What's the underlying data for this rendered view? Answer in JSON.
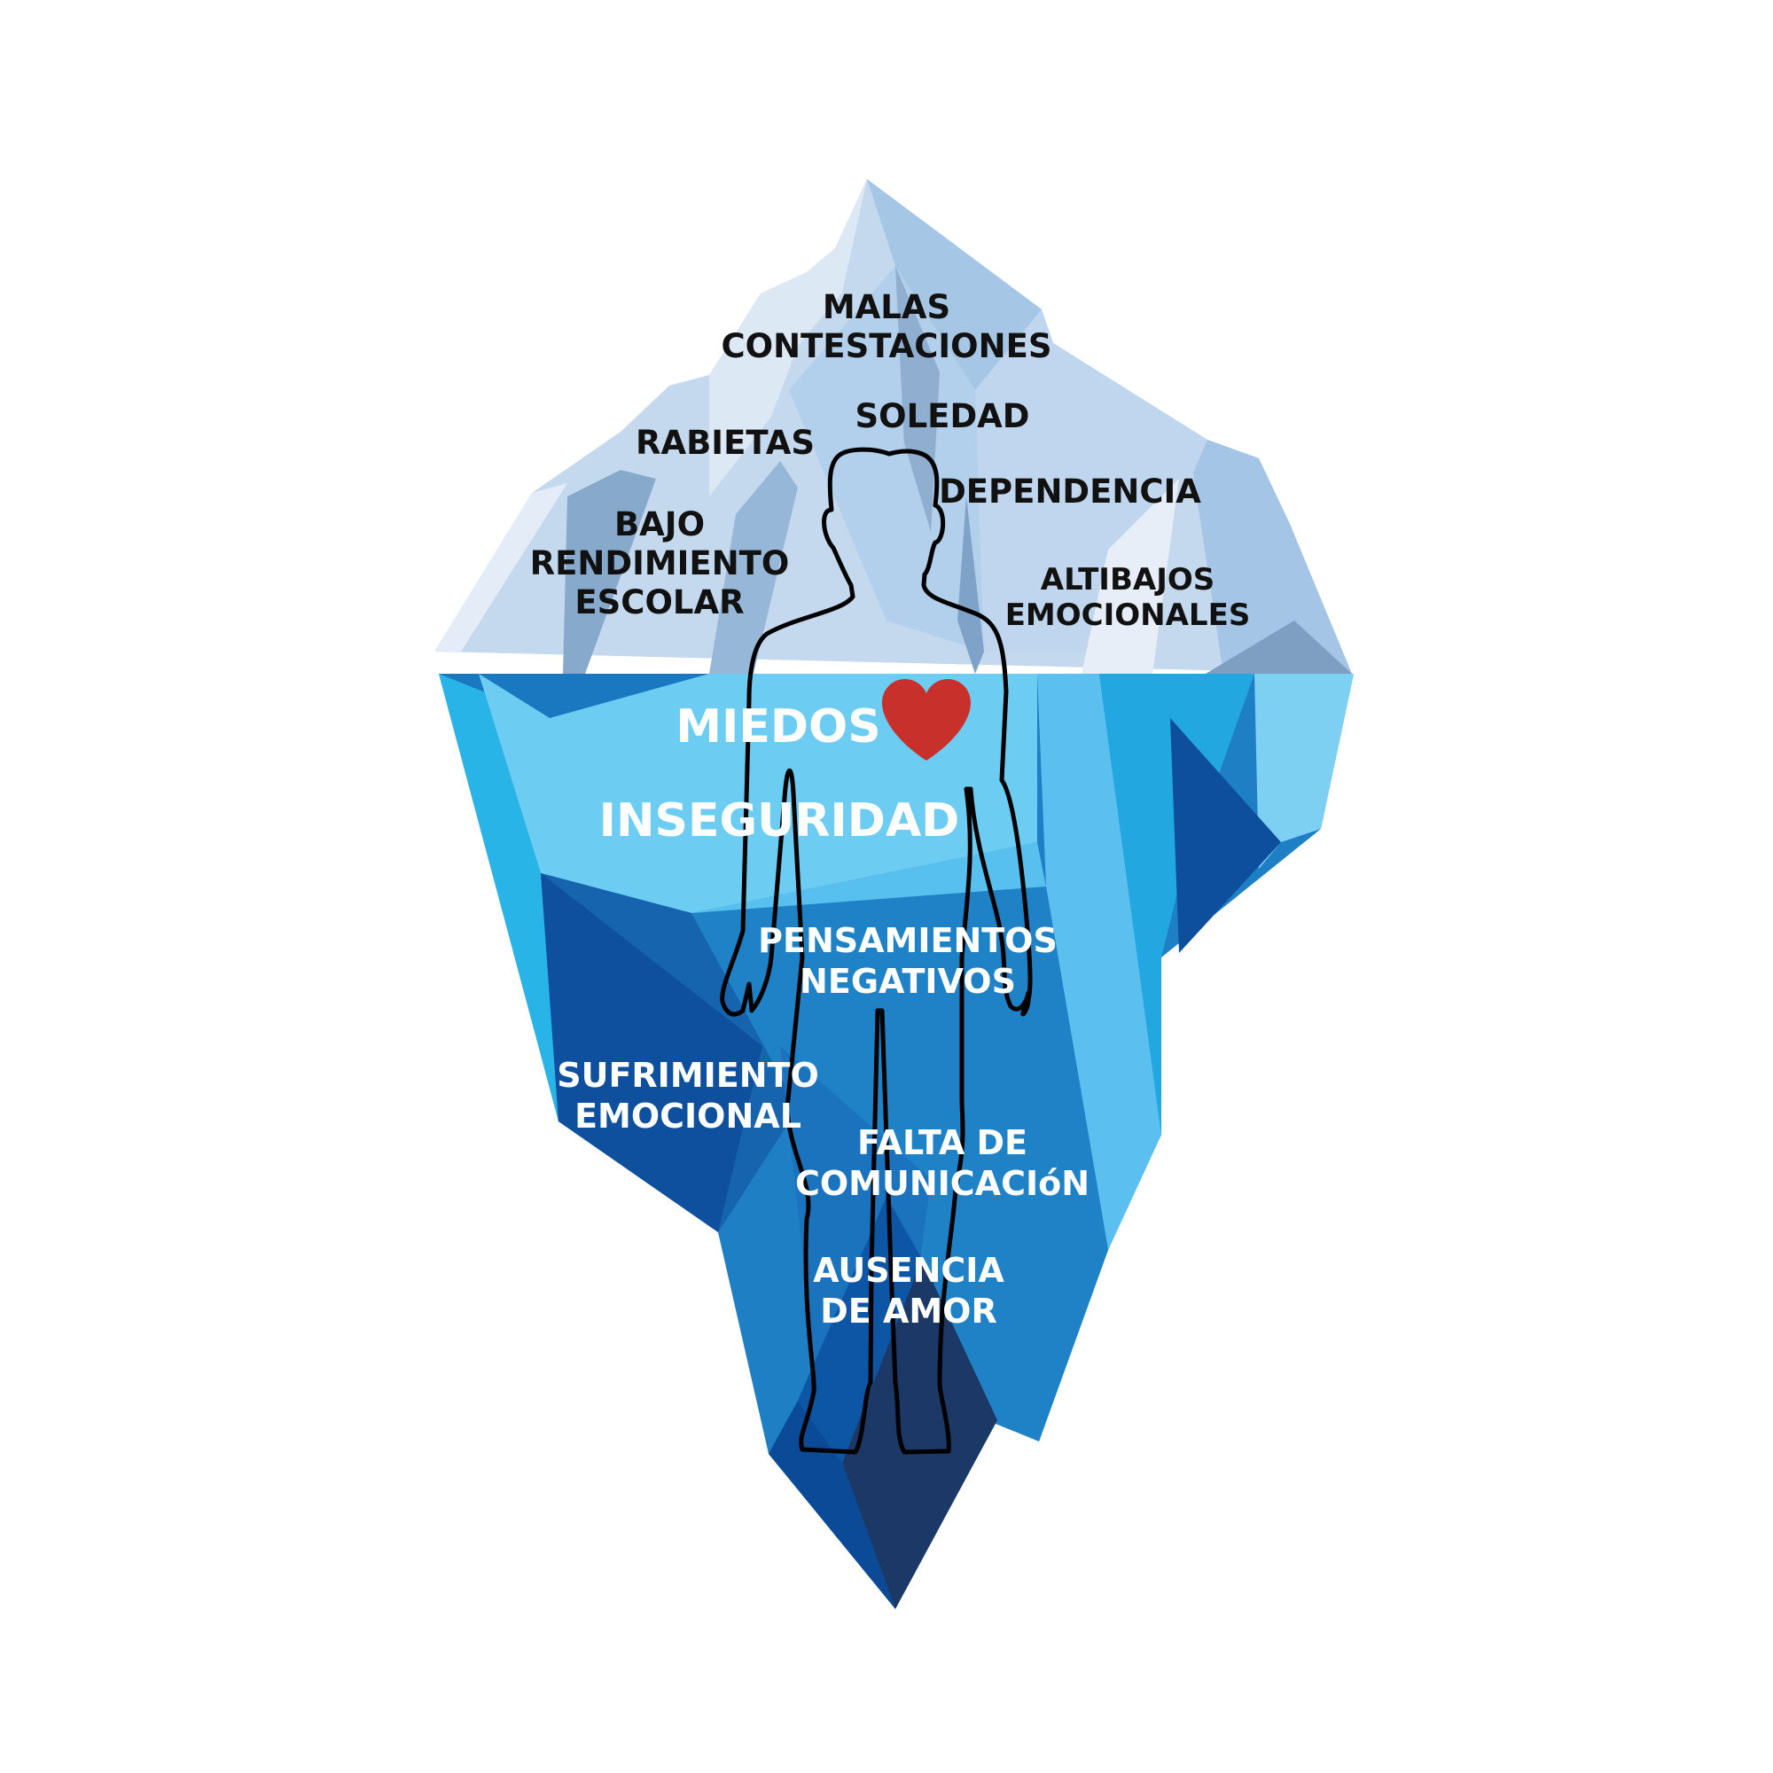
{
  "colors": {
    "background": "#ffffff",
    "above_text": "#111111",
    "below_text": "#ffffff",
    "heart": "#c8302c",
    "outline": "#000000"
  },
  "labels_above": {
    "malas": [
      "MALAS",
      "CONTESTACIONES"
    ],
    "soledad": [
      "SOLEDAD"
    ],
    "rabietas": [
      "RABIETAS"
    ],
    "dependencia": [
      "DEPENDENCIA"
    ],
    "bajo": [
      "BAJO",
      "RENDIMIENTO",
      "ESCOLAR"
    ],
    "altibajos": [
      "ALTIBAJOS",
      "EMOCIONALES"
    ]
  },
  "labels_below": {
    "miedos": "MIEDOS",
    "inseguridad": "INSEGURIDAD",
    "pensamientos": [
      "PENSAMIENTOS",
      "NEGATIVOS"
    ],
    "sufrimiento": [
      "SUFRIMIENTO",
      "EMOCIONAL"
    ],
    "falta": [
      "FALTA DE",
      "COMUNICACIóN"
    ],
    "ausencia": [
      "AUSENCIA",
      "DE AMOR"
    ]
  },
  "icons": {
    "figure": "human-silhouette-icon",
    "heart": "heart-icon"
  }
}
